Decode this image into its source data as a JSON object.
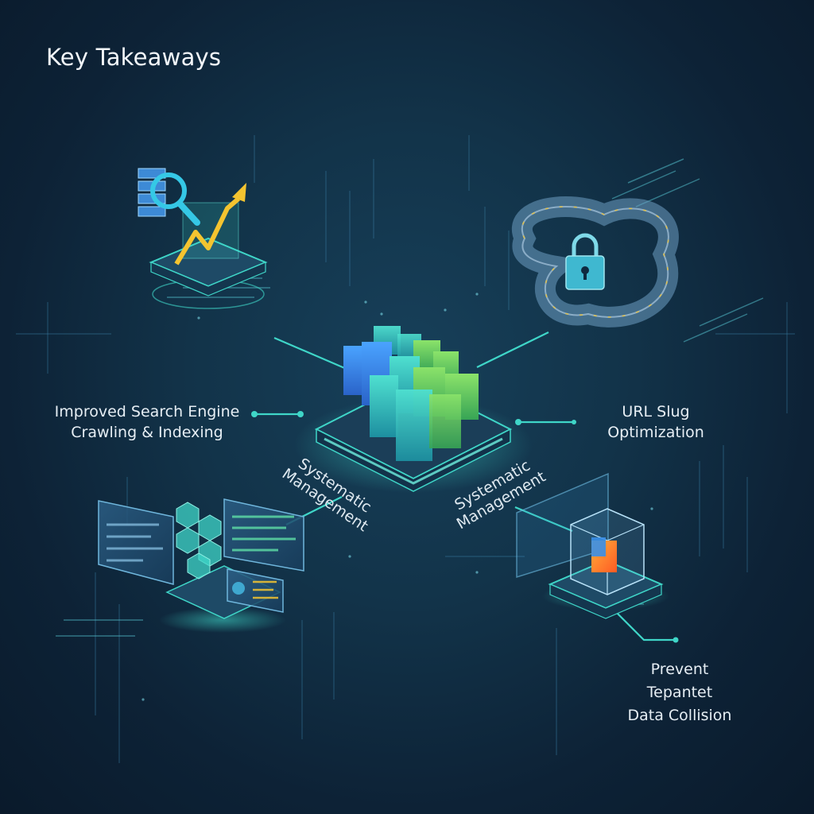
{
  "title": "Key Takeaways",
  "center": {
    "label_left": "Systematic\nManagement",
    "label_right": "Systematic\nManagement"
  },
  "nodes": {
    "crawling": {
      "label": "Improved Search Engine\nCrawling & Indexing",
      "icon": "search-analytics-icon"
    },
    "url_slug": {
      "label": "URL Slug\nOptimization",
      "icon": "secure-chain-link-icon"
    },
    "collision": {
      "label": "Prevent\nTepantet\nData Collision",
      "icon": "isolated-cube-icon"
    },
    "dashboard": {
      "icon": "dashboard-panels-icon"
    }
  },
  "colors": {
    "accent_teal": "#3fd6c8",
    "accent_blue": "#2f86e0",
    "accent_green": "#6fd35a",
    "accent_yellow": "#f4c430",
    "accent_orange": "#ff7a2e"
  }
}
